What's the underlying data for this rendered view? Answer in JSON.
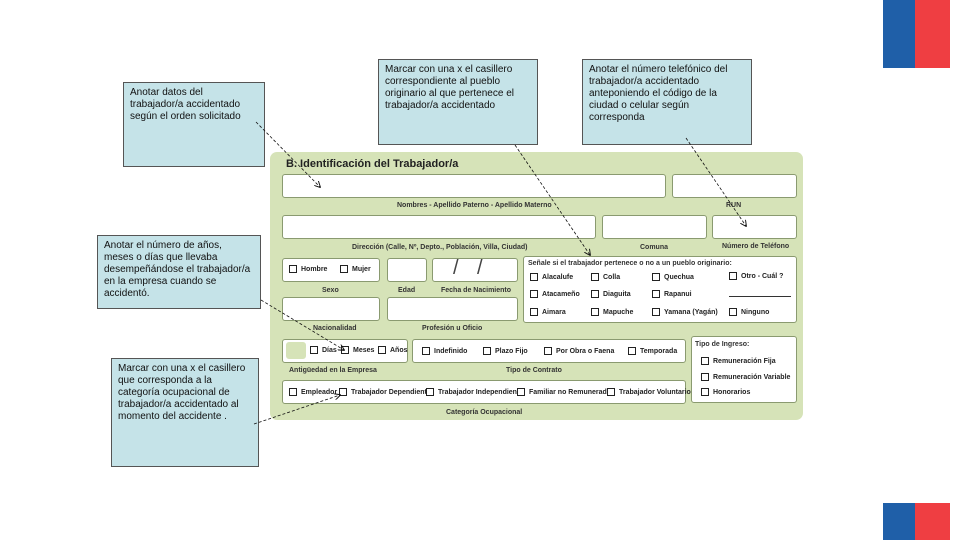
{
  "form": {
    "title": "B. Identificación del Trabajador/a",
    "labels": {
      "nombres": "Nombres - Apellido Paterno - Apellido Materno",
      "run": "RUN",
      "direccion": "Dirección (Calle, Nº, Depto., Población, Villa, Ciudad)",
      "comuna": "Comuna",
      "telefono": "Número de Teléfono",
      "sexo": "Sexo",
      "edad": "Edad",
      "nacimiento": "Fecha de Nacimiento",
      "nacionalidad": "Nacionalidad",
      "profesion": "Profesión u Oficio",
      "antiguedad": "Antigüedad en la Empresa",
      "contrato": "Tipo de Contrato",
      "categoria": "Categoría Ocupacional"
    },
    "sexo": [
      "Hombre",
      "Mujer"
    ],
    "pueblo": {
      "question": "Señale si el trabajador pertenece o no a un pueblo originario:",
      "col1": [
        "Alacalufe",
        "Atacameño",
        "Aimara"
      ],
      "col2": [
        "Colla",
        "Diaguita",
        "Mapuche"
      ],
      "col3": [
        "Quechua",
        "Rapanui",
        "Yamana (Yagán)"
      ],
      "otro": "Otro - Cuál ?",
      "ninguno": "Ninguno"
    },
    "antiguedad": [
      "Días",
      "Meses",
      "Años"
    ],
    "contrato": [
      "Indefinido",
      "Plazo Fijo",
      "Por Obra o Faena",
      "Temporada"
    ],
    "ingreso": {
      "title": "Tipo de Ingreso:",
      "options": [
        "Remuneración Fija",
        "Remuneración Variable",
        "Honorarios"
      ]
    },
    "categoria": [
      "Empleador",
      "Trabajador Dependiente",
      "Trabajador Independiente",
      "Familiar no Remunerado",
      "Trabajador Voluntario"
    ]
  },
  "notes": {
    "datos": "Anotar  datos del trabajador/a accidentado según el orden solicitado",
    "pueblo": "Marcar con una x el casillero correspondiente al pueblo originario al que pertenece el trabajador/a  accidentado",
    "telefono": "Anotar el número telefónico del trabajador/a accidentado anteponiendo el código de la ciudad o celular según corresponda",
    "antiguedad": "Anotar el número de años, meses o días que llevaba desempeñándose el trabajador/a  en la empresa cuando se accidentó.",
    "categoria": "Marcar con una x el casillero que corresponda a la categoría ocupacional de trabajador/a accidentado al momento del accidente ."
  },
  "colors": {
    "form_bg": "#d6e3b8",
    "note_bg": "#c5e3e8",
    "flag_blue": "#1f5fa8",
    "flag_red": "#ef3e42"
  }
}
